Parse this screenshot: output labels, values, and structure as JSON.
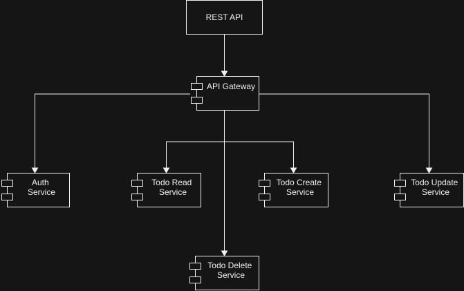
{
  "diagram": {
    "nodes": {
      "rest_api": {
        "label": "REST API"
      },
      "gateway": {
        "label": "API Gateway"
      },
      "auth": {
        "line1": "Auth",
        "line2": "Service"
      },
      "todo_read": {
        "line1": "Todo Read",
        "line2": "Service"
      },
      "todo_create": {
        "line1": "Todo Create",
        "line2": "Service"
      },
      "todo_update": {
        "line1": "Todo Update",
        "line2": "Service"
      },
      "todo_delete": {
        "line1": "Todo Delete",
        "line2": "Service"
      }
    },
    "edges": [
      {
        "from": "REST API",
        "to": "API Gateway"
      },
      {
        "from": "API Gateway",
        "to": "Auth Service"
      },
      {
        "from": "API Gateway",
        "to": "Todo Read Service"
      },
      {
        "from": "API Gateway",
        "to": "Todo Create Service"
      },
      {
        "from": "API Gateway",
        "to": "Todo Update Service"
      },
      {
        "from": "API Gateway",
        "to": "Todo Delete Service"
      }
    ],
    "colors": {
      "background": "#151515",
      "stroke": "#f0f0f0",
      "text": "#f0f0f0"
    }
  }
}
